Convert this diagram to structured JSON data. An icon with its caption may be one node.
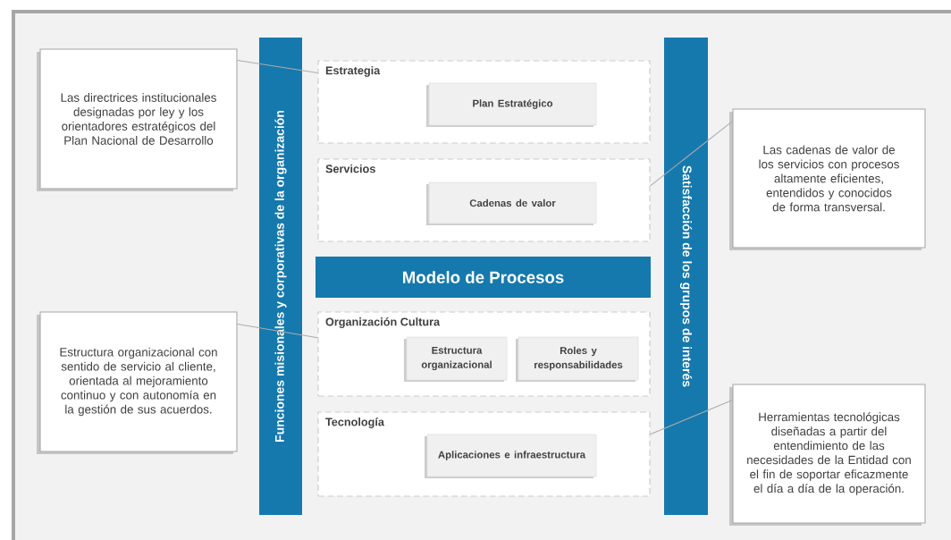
{
  "diagram": {
    "nodes": [
      {
        "text": [
          "Las directrices institucionales designadas por ley y los orientadores estratégicos del Plan Nacional de Desarrollo"
        ]
      },
      {
        "text": [
          "Estructura organizacional con sentido de servicio al cliente, orientada al mejoramiento continuo y con autonomía en la gestión de sus acuerdos."
        ]
      },
      {
        "text": [
          "Funciones misionales y corporativas de la organización"
        ]
      },
      {
        "text": [
          "Estrategia"
        ]
      },
      {
        "text": [
          "Plan Estratégico"
        ],
        "in": 3
      },
      {
        "text": [
          "Servicios"
        ]
      },
      {
        "text": [
          "Cadenas de valor"
        ],
        "in": 5
      },
      {
        "text": [
          "Modelo de Procesos"
        ]
      },
      {
        "text": [
          "Organización Cultura"
        ]
      },
      {
        "text": [
          "Estructura organizacional"
        ],
        "in": 8
      },
      {
        "text": [
          "Roles y responsabilidades"
        ],
        "in": 8
      },
      {
        "text": [
          "Tecnología"
        ]
      },
      {
        "text": [
          "Aplicaciones e infraestructura"
        ],
        "in": 11
      },
      {
        "text": [
          "Satisfacción de los grupos de interés"
        ]
      },
      {
        "text": [
          "Las cadenas de valor de los servicios con procesos altamente eficientes, entendidos y conocidos de forma transversal."
        ]
      },
      {
        "text": [
          "Herramientas tecnológicas diseñadas a partir del entendimiento de las necesidades de la Entidad con el fin de soportar eficazmente el día a día de la operación."
        ]
      }
    ],
    "edges": [
      {
        "from": 0,
        "to": 3,
        "arrow": "none"
      },
      {
        "from": 1,
        "to": 8,
        "arrow": "none"
      },
      {
        "from": 14,
        "to": 5,
        "arrow": "none"
      },
      {
        "from": 15,
        "to": 11,
        "arrow": "none"
      }
    ]
  }
}
